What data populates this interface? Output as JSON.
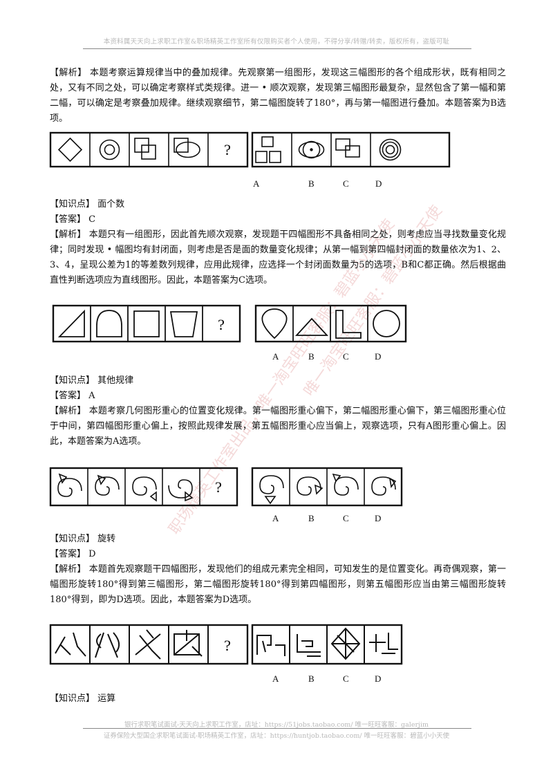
{
  "header": "本资料属天天向上求职工作室&职场精英工作室所有仅限购买者个人使用，不得分享/转赠/转卖，版权所有，盗版可耻",
  "footer": {
    "line1": "银行求职笔试面试-天天向上求职工作室，店址：https://51jobs.taobao.com/ 唯一旺旺客服：galerjim",
    "line2": "证券保险大型国企求职笔试面试-职场精英工作室，店址：https://huntjob.taobao.com/ 唯一旺旺客服：碧蓝小小天使"
  },
  "watermarks": [
    "唯一淘宝旺旺客服：碧蓝小小天使",
    "职场精英工作室出品，唯一淘宝旺旺客服：碧蓝小小天使"
  ],
  "q1": {
    "analysis": "【解析】 本题考察运算规律当中的叠加规律。先观察第一组图形，发现这三幅图形的各个组成形状，既有相同之处，又有不同之处，可以确定考察样式类规律。进一 • 顺次观察，发现第三幅图形最复杂，显然包含了第一幅和第二幅，可以确定是考察叠加规律。继续观察细节，第二幅图旋转了180°，再与第一幅图进行叠加。本题答案为B选项。"
  },
  "q2": {
    "knowledge": "【知识点】  面个数",
    "answer": "【答案】  C",
    "analysis": "【解析】 本题只有一组图形，因此首先顺次观察，发现题干四幅图形不具备相同之处，则考虑应当寻找数量变化规律；同时发现 • 幅图均有封闭面，则考虑是否是面的数量变化规律；从第一幅到第四幅封闭面的数量依次为1、2、3、4，呈现公差为1的等差数列规律，应用此规律，应选择一个封闭面数量为5的选项，B和C都正确。然后根据曲直性判断选项应为直线图形。因此，本题答案为C选项。"
  },
  "q3": {
    "knowledge": "【知识点】  其他规律",
    "answer": "【答案】  A",
    "analysis": "【解析】 本题考察几何图形重心的位置变化规律。第一幅图形重心偏下，第二幅图形重心偏下，第三幅图形重心位于中间，第四幅图形重心偏上，按照此规律发展，第五幅图形重心应当偏上，观察选项，只有A图形重心偏上。因此，本题答案为A选项。"
  },
  "q4": {
    "knowledge": "【知识点】  旋转",
    "answer": "【答案】  D",
    "analysis": "【解析】 本题首先观察题干四幅图形，发现他们的组成元素完全相同，可知发生的是位置变化。再奇偶观察，第一幅图形旋转180°得到第三幅图形，第二幅图形旋转180°得到第四幅图形，则第五幅图形应当由第三幅图形旋转180°得到，即为D选项。因此，本题答案为D选项。"
  },
  "q5": {
    "knowledge": "【知识点】  运算"
  },
  "figure": {
    "question_mark": "?",
    "options": [
      "A",
      "B",
      "C",
      "D"
    ]
  }
}
